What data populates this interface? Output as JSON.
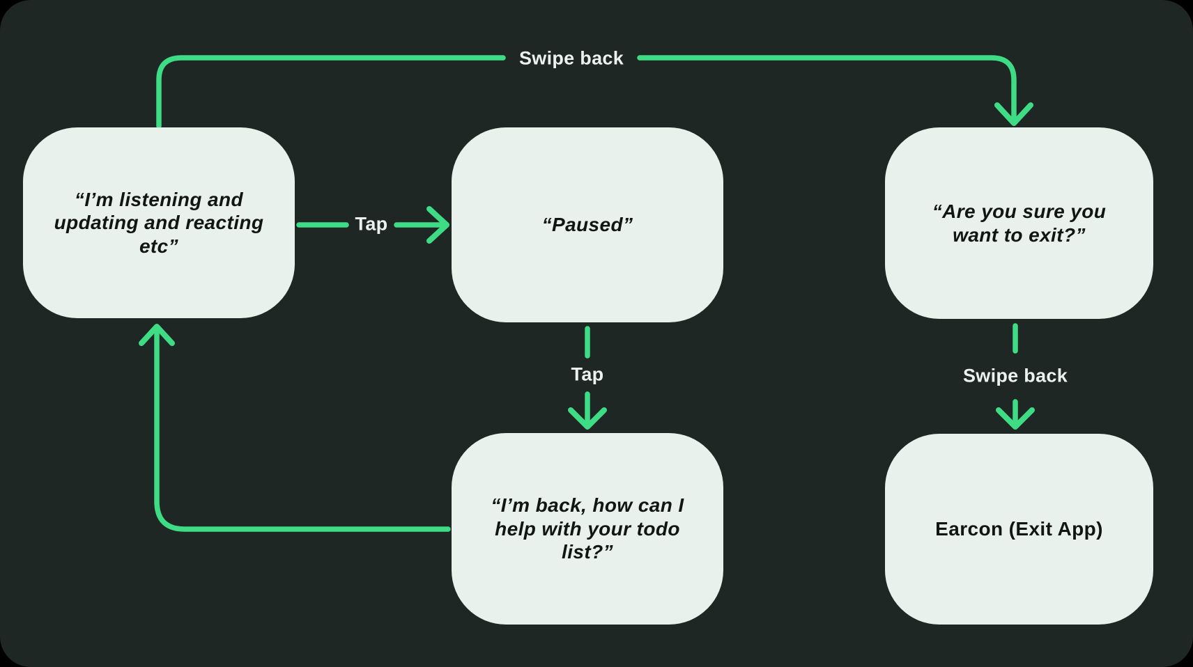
{
  "theme": {
    "outer_bg": "#000000",
    "bg": "#1F2725",
    "accent": "#3EDC85",
    "node_fill": "#E9F1ED",
    "node_text": "#111613",
    "label_text": "#EAF1EE"
  },
  "diagram": {
    "type": "flowchart",
    "nodes": [
      {
        "id": "listening",
        "text": "“I’m listening and\nupdating and reacting\netc”"
      },
      {
        "id": "paused",
        "text": "“Paused”"
      },
      {
        "id": "exit-confirm",
        "text": "“Are you sure you\nwant to exit?”"
      },
      {
        "id": "back-todo",
        "text": "“I’m back, how can I\nhelp with your todo\nlist?”"
      },
      {
        "id": "earcon",
        "text": "Earcon (Exit App)"
      }
    ],
    "edges": [
      {
        "from": "listening",
        "to": "exit-confirm",
        "label": "Swipe back"
      },
      {
        "from": "listening",
        "to": "paused",
        "label": "Tap"
      },
      {
        "from": "paused",
        "to": "back-todo",
        "label": "Tap"
      },
      {
        "from": "exit-confirm",
        "to": "earcon",
        "label": "Swipe back"
      },
      {
        "from": "back-todo",
        "to": "listening",
        "label": ""
      }
    ]
  }
}
